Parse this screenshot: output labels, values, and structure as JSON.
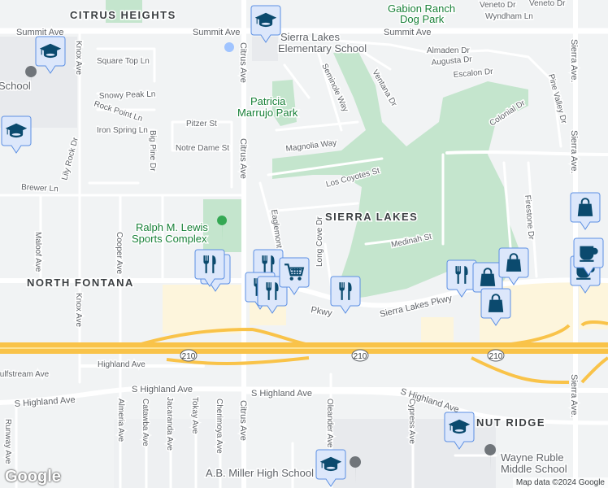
{
  "map": {
    "districts": {
      "citrus_heights": "CITRUS HEIGHTS",
      "sierra_lakes": "SIERRA LAKES",
      "north_fontana": "NORTH FONTANA",
      "walnut_ridge": "NUT RIDGE"
    },
    "parks": {
      "gabion_1": "Gabion Ranch",
      "gabion_2": "Dog Park",
      "patricia_1": "Patricia",
      "patricia_2": "Marrujo Park",
      "ralph_1": "Ralph M. Lewis",
      "ralph_2": "Sports Complex"
    },
    "pois": {
      "sierra_lakes_es_1": "Sierra Lakes",
      "sierra_lakes_es_2": "Elementary School",
      "school_left": "School",
      "ab_miller": "A.B. Miller High School",
      "wayne_ruble_1": "Wayne Ruble",
      "wayne_ruble_2": "Middle School"
    },
    "streets": {
      "summit": "Summit Ave",
      "veneto": "Veneto Dr",
      "wyndham": "Wyndham Ln",
      "almaden": "Almaden Dr",
      "augusta": "Augusta Dr",
      "escalon": "Escalon Dr",
      "ventana": "Ventana Dr",
      "seminole": "Seminole Way",
      "colonial": "Colonial Dr",
      "pine_valley": "Pine Valley Dr",
      "sierra": "Sierra Ave.",
      "square_top": "Square Top Ln",
      "snowy_peak": "Snowy Peak Ln",
      "rock_point": "Rock Point Ln",
      "iron_spring": "Iron Spring Ln",
      "big_pine": "Big Pine Dr",
      "pitzer": "Pitzer St",
      "notre_dame": "Notre Dame St",
      "knox": "Knox Ave",
      "citrus": "Citrus Ave",
      "magnolia": "Magnolia Way",
      "los_coyotes": "Los Coyotes St",
      "medinah": "Medinah St",
      "lily_rock": "Lily Rock Dr",
      "brewer": "Brewer Ln",
      "eaglemont": "Eaglemont Dr",
      "long_cove": "Long Cove Dr",
      "firestone": "Firestone Dr",
      "maloof": "Maloof Ave",
      "cooper": "Cooper Ave",
      "sierra_lakes_pkwy": "Sierra Lakes Pkwy",
      "pkwy_partial": "Pkwy",
      "highland": "Highland Ave",
      "s_highland": "S Highland Ave",
      "gulfstream": "Gulfstream Ave",
      "runway": "Runway Ave",
      "almeria": "Almeria Ave",
      "catawba": "Catawba Ave",
      "jacaranda": "Jacaranda Ave",
      "tokay": "Tokay Ave",
      "cherimoya": "Cherimoya Ave",
      "oleander": "Oleander Ave",
      "cypress": "Cypress Ave"
    },
    "highway_shield": "210",
    "markers": [
      "school",
      "school",
      "school",
      "school",
      "school",
      "restaurant",
      "restaurant",
      "restaurant",
      "restaurant",
      "restaurant",
      "restaurant",
      "restaurant",
      "shopping",
      "shopping",
      "shopping",
      "shopping",
      "cafe",
      "cafe",
      "grocery"
    ],
    "colors": {
      "background": "#f1f3f4",
      "park": "#c4e5cd",
      "freeway": "#f9c349",
      "commercial": "#fdf5dc",
      "marker_fill": "#dce7fb",
      "marker_border": "#5b8fe3",
      "marker_icon": "#0b4a6e",
      "park_text": "#188038"
    }
  },
  "attribution": "Map data ©2024 Google",
  "logo": "Google"
}
